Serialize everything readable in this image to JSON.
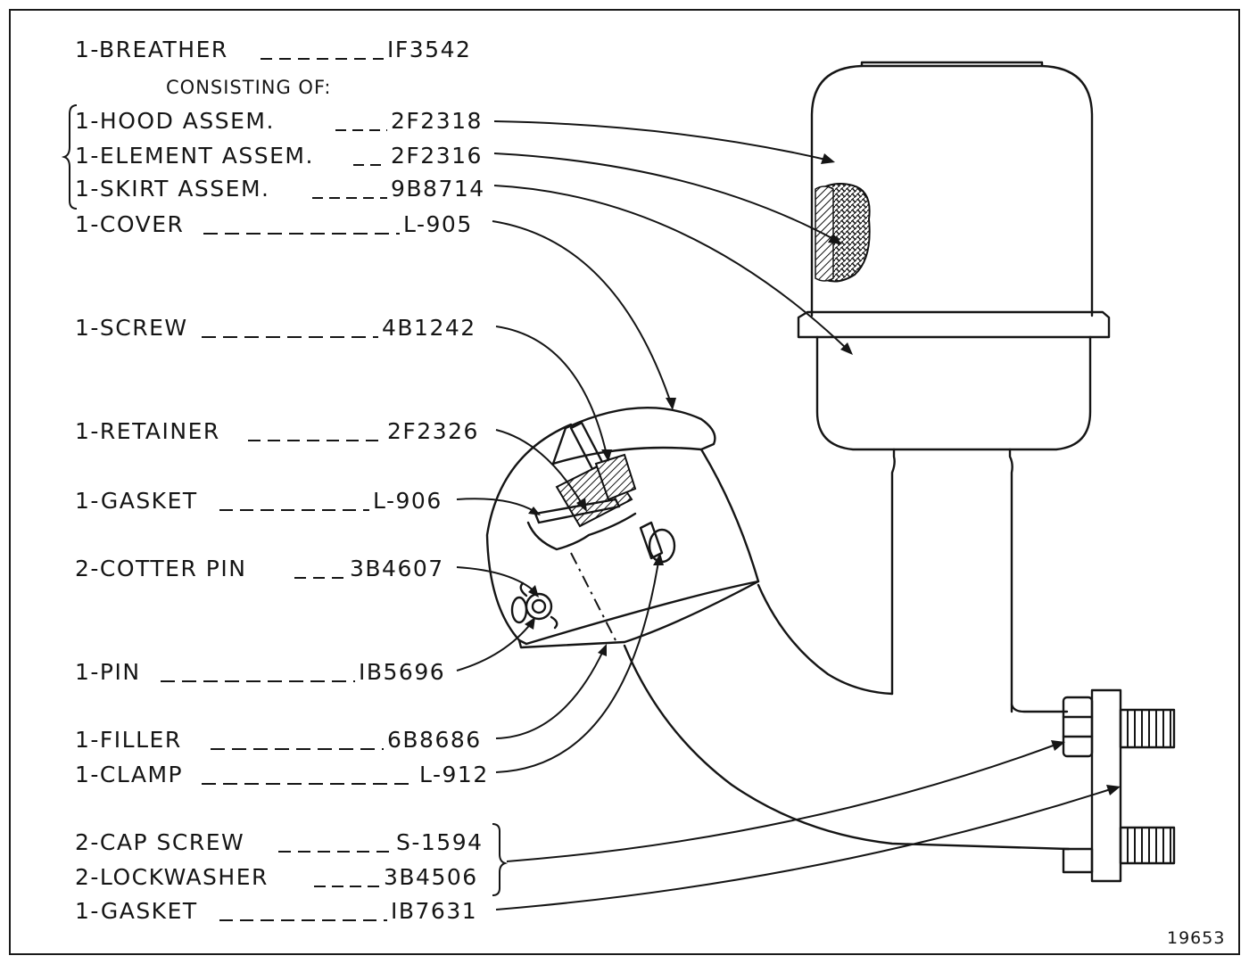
{
  "parts": [
    {
      "qty_name": "1-BREATHER",
      "part_no": "IF3542"
    },
    {
      "qty_name": "CONSISTING OF:",
      "part_no": ""
    },
    {
      "qty_name": "1-HOOD ASSEM.",
      "part_no": "2F2318"
    },
    {
      "qty_name": "1-ELEMENT ASSEM.",
      "part_no": "2F2316"
    },
    {
      "qty_name": "1-SKIRT ASSEM.",
      "part_no": "9B8714"
    },
    {
      "qty_name": "1-COVER",
      "part_no": "L-905"
    },
    {
      "qty_name": "1-SCREW",
      "part_no": "4B1242"
    },
    {
      "qty_name": "1-RETAINER",
      "part_no": "2F2326"
    },
    {
      "qty_name": "1-GASKET",
      "part_no": "L-906"
    },
    {
      "qty_name": "2-COTTER PIN",
      "part_no": "3B4607"
    },
    {
      "qty_name": "1-PIN",
      "part_no": "IB5696"
    },
    {
      "qty_name": "1-FILLER",
      "part_no": "6B8686"
    },
    {
      "qty_name": "1-CLAMP",
      "part_no": "L-912"
    },
    {
      "qty_name": "2-CAP SCREW",
      "part_no": "S-1594"
    },
    {
      "qty_name": "2-LOCKWASHER",
      "part_no": "3B4506"
    },
    {
      "qty_name": "1-GASKET",
      "part_no": "IB7631"
    }
  ],
  "figure_number": "19653"
}
